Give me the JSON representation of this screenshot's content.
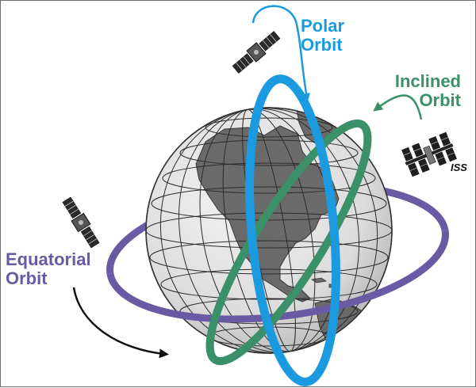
{
  "labels": {
    "polar": {
      "line1": "Polar",
      "line2": "Orbit"
    },
    "inclined": {
      "line1": "Inclined",
      "line2": "Orbit"
    },
    "equatorial": {
      "line1": "Equatorial",
      "line2": "Orbit"
    },
    "iss": "ISS"
  },
  "colors": {
    "polar": "#1b9ae0",
    "inclined": "#3a9068",
    "equatorial": "#6a5aa4",
    "arrow": "#111111",
    "earth_ocean": "#e3e3e3",
    "earth_land": "#6a6a6a",
    "grid": "#2b2b2b"
  },
  "icons": [
    "satellite-icon",
    "satellite-icon",
    "iss-station-icon"
  ]
}
